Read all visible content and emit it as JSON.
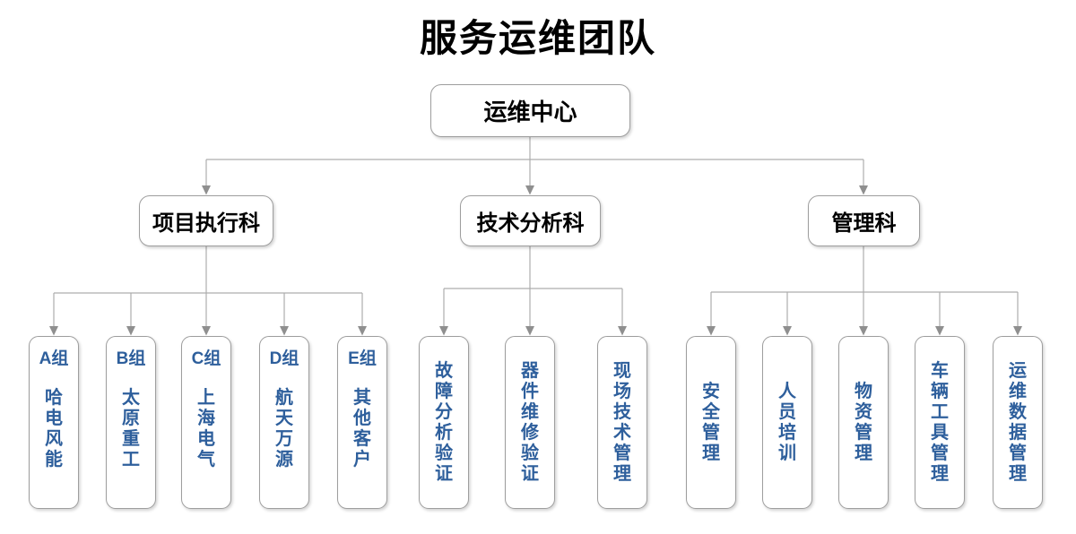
{
  "title": "服务运维团队",
  "root": {
    "label": "运维中心"
  },
  "departments": [
    {
      "label": "项目执行科",
      "teams": [
        {
          "group": "A组",
          "name": "哈电风能"
        },
        {
          "group": "B组",
          "name": "太原重工"
        },
        {
          "group": "C组",
          "name": "上海电气"
        },
        {
          "group": "D组",
          "name": "航天万源"
        },
        {
          "group": "E组",
          "name": "其他客户"
        }
      ]
    },
    {
      "label": "技术分析科",
      "teams": [
        {
          "name": "故障分析验证"
        },
        {
          "name": "器件维修验证"
        },
        {
          "name": "现场技术管理"
        }
      ]
    },
    {
      "label": "管理科",
      "teams": [
        {
          "name": "安全管理"
        },
        {
          "name": "人员培训"
        },
        {
          "name": "物资管理"
        },
        {
          "name": "车辆工具管理"
        },
        {
          "name": "运维数据管理"
        }
      ]
    }
  ],
  "colors": {
    "team_text": "#2E5F9C",
    "box_border": "#9E9E9E",
    "connector_line": "#ADADAD",
    "arrowhead": "#8F8F8F",
    "title_text": "#000000"
  }
}
